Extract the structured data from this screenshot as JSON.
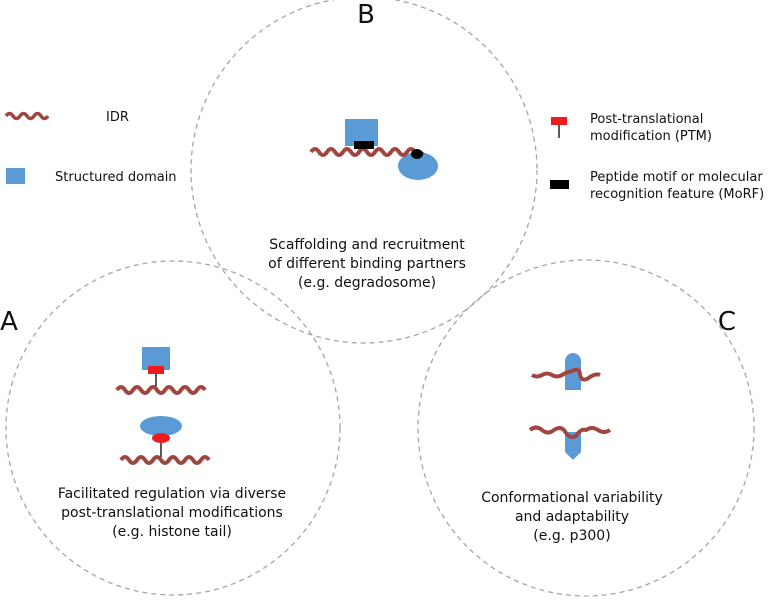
{
  "panels": {
    "a": {
      "letter": "A",
      "caption": [
        "Facilitated regulation via diverse",
        "post-translational modifications",
        "(e.g. histone tail)"
      ]
    },
    "b": {
      "letter": "B",
      "caption": [
        "Scaffolding and recruitment",
        "of different binding partners",
        "(e.g. degradosome)"
      ]
    },
    "c": {
      "letter": "C",
      "caption": [
        "Conformational variability",
        "and adaptability",
        "(e.g. p300)"
      ]
    }
  },
  "legend": {
    "idr": "IDR",
    "structured_domain": "Structured domain",
    "ptm": [
      "Post-translational",
      "modification (PTM)"
    ],
    "motif": [
      "Peptide motif  or molecular",
      "recognition feature (MoRF)"
    ]
  },
  "colors": {
    "idr": "#a0453f",
    "domain": "#5b9bd5",
    "ptm": "#ee1c1c",
    "motif": "#000000",
    "circle": "#a6a6a6"
  }
}
